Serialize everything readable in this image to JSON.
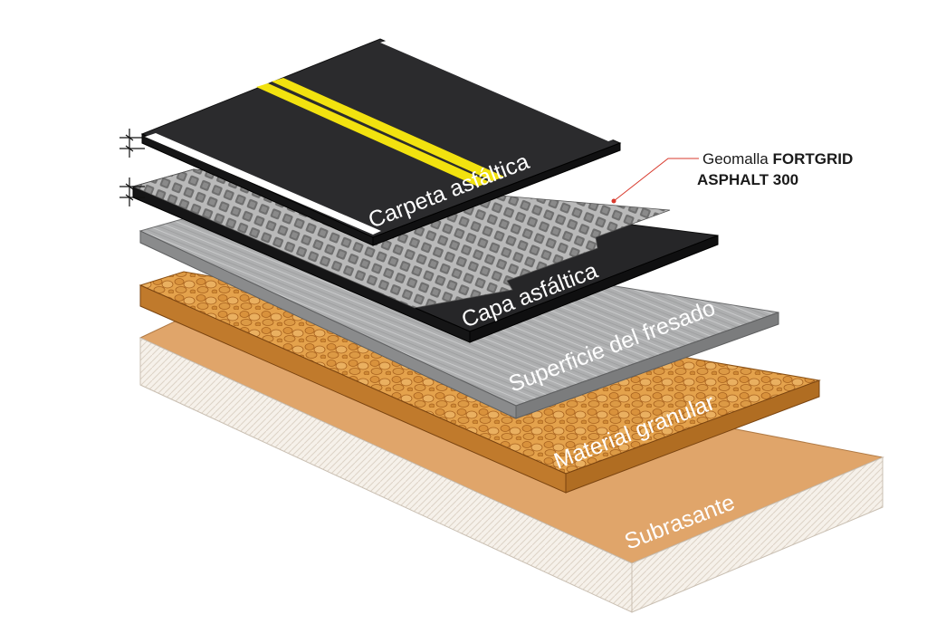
{
  "layers": [
    {
      "id": "carpeta",
      "label": "Carpeta asfáltica"
    },
    {
      "id": "geomalla",
      "label": "Capa asfáltica"
    },
    {
      "id": "fresado",
      "label": "Superficie del fresado"
    },
    {
      "id": "granular",
      "label": "Material granular"
    },
    {
      "id": "subrasante",
      "label": "Subrasante"
    }
  ],
  "callout": {
    "prefix": "Geomalla",
    "brand": "FORTGRID",
    "product": "ASPHALT 300"
  },
  "colors": {
    "asphalt": "#2b2b2d",
    "asphalt_side": "#1a1a1b",
    "yellow_line": "#f2e20f",
    "white_line": "#ffffff",
    "grid": "#8e8e8e",
    "milled": "#a9aaab",
    "granular": "#e4a24c",
    "subgrade_top": "#e0a56a",
    "subgrade_side": "#f6f1ea",
    "leader": "#d8392c"
  }
}
